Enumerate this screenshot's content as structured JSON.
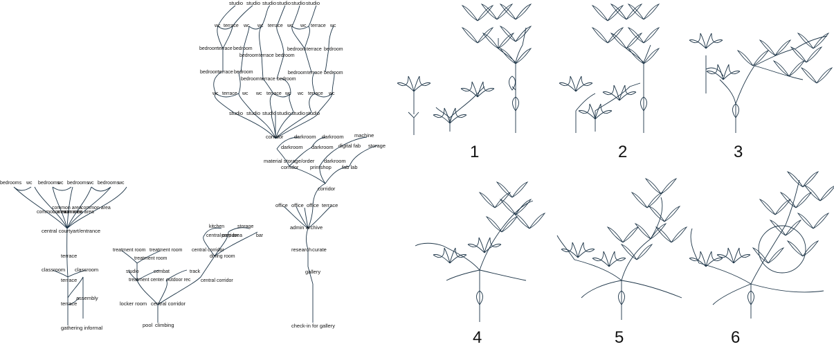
{
  "colors": {
    "stroke": "#1b3346",
    "text": "#111111",
    "background": "#ffffff"
  },
  "tree_a": {
    "labels": [
      "bedrooms",
      "wc",
      "bedrooms",
      "wc",
      "bedrooms",
      "wc",
      "bedrooms",
      "wc",
      "common area",
      "common area",
      "common area",
      "common area",
      "common area",
      "central courtyart/entrance",
      "terrace",
      "classroom",
      "classroom",
      "terrace",
      "assembly",
      "terrace",
      "gathering informal"
    ]
  },
  "tree_b": {
    "labels": [
      "kitchen",
      "storage",
      "central corridor",
      "prep area",
      "bar",
      "central corridor",
      "dining room",
      "treatment room",
      "treatment room",
      "treatment room",
      "studio",
      "combat",
      "track",
      "treatment center",
      "outdoor rec",
      "central corridor",
      "locker room",
      "central corridor",
      "pool",
      "climbing"
    ]
  },
  "tree_c": {
    "labels": [
      "studio",
      "studio",
      "studio",
      "studio",
      "studio",
      "studio",
      "wc",
      "terrace",
      "wc",
      "wc",
      "terrace",
      "wc",
      "wc",
      "terrace",
      "wc",
      "bedroom",
      "terrace",
      "bedroom",
      "bedroom",
      "terrace",
      "bedroom",
      "bedroom",
      "terrace",
      "bedroom",
      "bedroom",
      "terrace",
      "bedroom",
      "bedroom",
      "terrace",
      "bedroom",
      "bedroom",
      "terrace",
      "bedroom",
      "wc",
      "terrace",
      "wc",
      "wc",
      "terrace",
      "wc",
      "wc",
      "terrace",
      "wc",
      "studio",
      "studio",
      "studio",
      "studio",
      "studio",
      "studio",
      "corridor",
      "darkroom",
      "darkroom",
      "machine",
      "darkroom",
      "darkroom",
      "digital fab",
      "storage",
      "material storage/order",
      "darkroom",
      "corridor",
      "printshop",
      "fab lab",
      "corridor",
      "office",
      "office",
      "office",
      "terrace",
      "admin",
      "archive",
      "research",
      "curate",
      "gallery",
      "check-in for gallery"
    ]
  },
  "panel_numbers": [
    "1",
    "2",
    "3",
    "4",
    "5",
    "6"
  ]
}
